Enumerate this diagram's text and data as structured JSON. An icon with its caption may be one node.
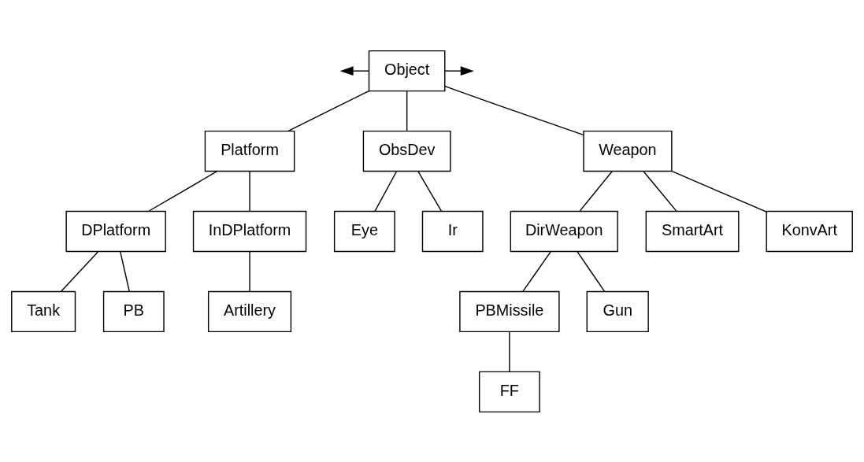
{
  "diagram": {
    "nodes": [
      {
        "text": [
          "Object"
        ]
      },
      {
        "text": [
          "Platform"
        ]
      },
      {
        "text": [
          "ObsDev"
        ]
      },
      {
        "text": [
          "Weapon"
        ]
      },
      {
        "text": [
          "DPlatform"
        ]
      },
      {
        "text": [
          "InDPlatform"
        ]
      },
      {
        "text": [
          "Eye"
        ]
      },
      {
        "text": [
          "Ir"
        ]
      },
      {
        "text": [
          "DirWeapon"
        ]
      },
      {
        "text": [
          "SmartArt"
        ]
      },
      {
        "text": [
          "KonvArt"
        ]
      },
      {
        "text": [
          "Tank"
        ]
      },
      {
        "text": [
          "PB"
        ]
      },
      {
        "text": [
          "Artillery"
        ]
      },
      {
        "text": [
          "PBMissile"
        ]
      },
      {
        "text": [
          "Gun"
        ]
      },
      {
        "text": [
          "FF"
        ]
      }
    ],
    "edges": [
      {
        "from": 0,
        "to": null,
        "arrow": "to"
      },
      {
        "from": 0,
        "to": null,
        "arrow": "to"
      },
      {
        "from": 0,
        "to": 1,
        "arrow": "none"
      },
      {
        "from": 0,
        "to": 2,
        "arrow": "none"
      },
      {
        "from": 0,
        "to": 3,
        "arrow": "none"
      },
      {
        "from": 1,
        "to": 4,
        "arrow": "none"
      },
      {
        "from": 1,
        "to": 5,
        "arrow": "none"
      },
      {
        "from": 2,
        "to": 6,
        "arrow": "none"
      },
      {
        "from": 2,
        "to": 7,
        "arrow": "none"
      },
      {
        "from": 3,
        "to": 8,
        "arrow": "none"
      },
      {
        "from": 3,
        "to": 9,
        "arrow": "none"
      },
      {
        "from": 3,
        "to": 10,
        "arrow": "none"
      },
      {
        "from": 4,
        "to": 11,
        "arrow": "none"
      },
      {
        "from": 4,
        "to": 12,
        "arrow": "none"
      },
      {
        "from": 5,
        "to": 13,
        "arrow": "none"
      },
      {
        "from": 8,
        "to": 15,
        "arrow": "none"
      },
      {
        "from": 8,
        "to": 14,
        "arrow": "none"
      },
      {
        "from": 14,
        "to": 16,
        "arrow": "none"
      }
    ]
  }
}
